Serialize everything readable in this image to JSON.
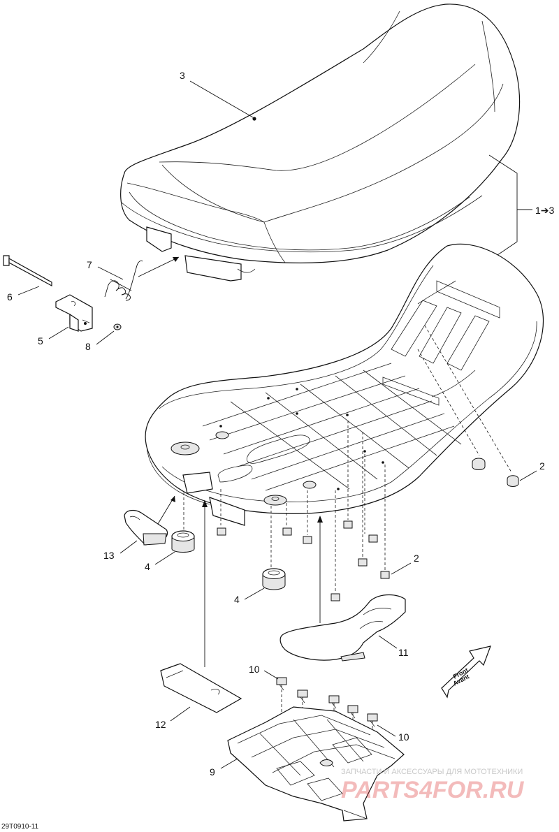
{
  "diagram": {
    "reference_code": "29T0910-11",
    "front_arrow": {
      "line1": "Front",
      "line2": "Avant"
    },
    "callouts": [
      {
        "id": "c1",
        "text": "3"
      },
      {
        "id": "c2",
        "text": "1➔3"
      },
      {
        "id": "c3",
        "text": "7"
      },
      {
        "id": "c4",
        "text": "6"
      },
      {
        "id": "c5",
        "text": "5"
      },
      {
        "id": "c6",
        "text": "8"
      },
      {
        "id": "c7",
        "text": "2"
      },
      {
        "id": "c8",
        "text": "13"
      },
      {
        "id": "c9",
        "text": "4"
      },
      {
        "id": "c10",
        "text": "2"
      },
      {
        "id": "c11",
        "text": "4"
      },
      {
        "id": "c12",
        "text": "11"
      },
      {
        "id": "c13",
        "text": "10"
      },
      {
        "id": "c14",
        "text": "12"
      },
      {
        "id": "c15",
        "text": "10"
      },
      {
        "id": "c16",
        "text": "9"
      }
    ]
  },
  "watermark": {
    "line1": "ЗАПЧАСТИ И АКСЕССУАРЫ ДЛЯ МОТОТЕХНИКИ",
    "line2": "PARTS4FOR.RU"
  }
}
